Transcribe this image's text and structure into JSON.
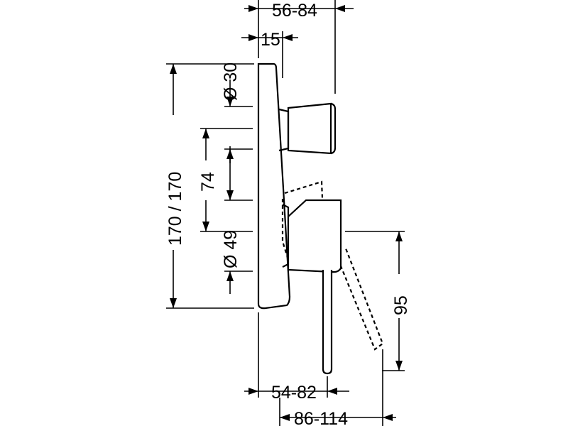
{
  "dimensions": {
    "top_depth": "56-84",
    "knob_offset": "15",
    "knob_diameter": "Ø 30",
    "plate_height": "170 / 170",
    "knob_center_spacing": "74",
    "lever_diameter": "Ø 49",
    "lever_drop": "95",
    "lever_depth": "54-82",
    "total_depth": "86-114"
  }
}
